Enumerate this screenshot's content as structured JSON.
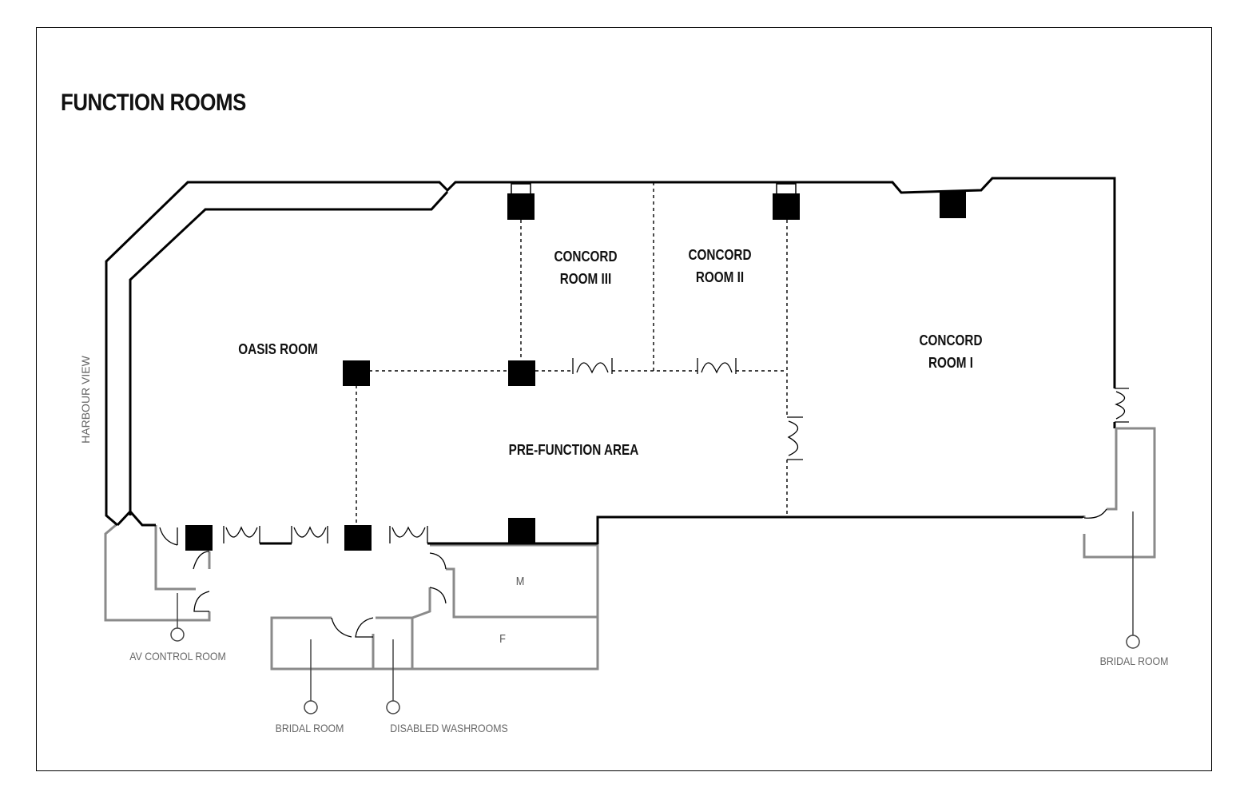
{
  "title": "FUNCTION ROOMS",
  "rooms": {
    "concord_room_3": "CONCORD\nROOM III",
    "concord_room_2": "CONCORD\nROOM II",
    "concord_room_1": "CONCORD\nROOM I",
    "oasis_room": "OASIS ROOM",
    "pre_function_area": "PRE-FUNCTION AREA",
    "mens_washroom": "M",
    "womens_washroom": "F"
  },
  "callouts": {
    "av_control_room": "AV CONTROL ROOM",
    "bridal_room_left": "BRIDAL ROOM",
    "disabled_washrooms": "DISABLED WASHROOMS",
    "bridal_room_right": "BRIDAL ROOM"
  },
  "harbour_view": "HARBOUR VIEW",
  "colors": {
    "wall": "#000000",
    "secondary_wall": "#8a8a8a",
    "label": "#111111",
    "callout_label": "#666666"
  }
}
